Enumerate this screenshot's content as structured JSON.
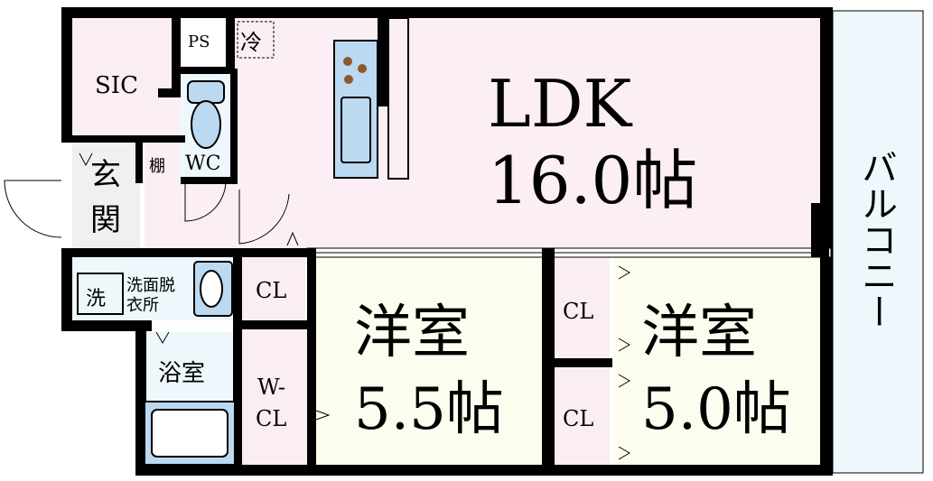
{
  "rooms": {
    "ldk_name": "LDK",
    "ldk_size": "16.0帖",
    "western1_name": "洋室",
    "western1_size": "5.5帖",
    "western2_name": "洋室",
    "western2_size": "5.0帖",
    "balcony": "バルコニー",
    "entrance_1": "玄",
    "entrance_2": "関",
    "sic": "SIC",
    "ps": "PS",
    "fridge": "冷",
    "wc": "WC",
    "shelf": "棚",
    "washroom_1": "洗面脱",
    "washroom_2": "衣所",
    "washer": "洗",
    "bathroom": "浴室",
    "cl_hall": "CL",
    "wcl_1": "W-",
    "wcl_2": "CL",
    "cl_upper": "CL",
    "cl_lower": "CL"
  },
  "colors": {
    "ldk": "#fbeef4",
    "western": "#fdfdef",
    "closet": "#fbeef0",
    "wet": "#eef8fc",
    "entrance": "#f0f0f0",
    "fixture": "#bcd9f2",
    "wall": "#000000"
  }
}
